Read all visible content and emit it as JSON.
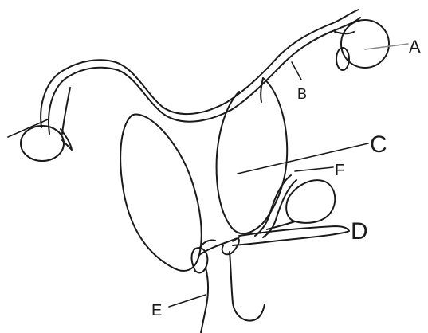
{
  "labels": {
    "a": "A",
    "b": "B",
    "c": "C",
    "d": "D",
    "e": "E",
    "f": "F"
  },
  "colors": {
    "line": "#1a1a1a",
    "leader_light": "#8a8a8a",
    "background": "#ffffff"
  }
}
